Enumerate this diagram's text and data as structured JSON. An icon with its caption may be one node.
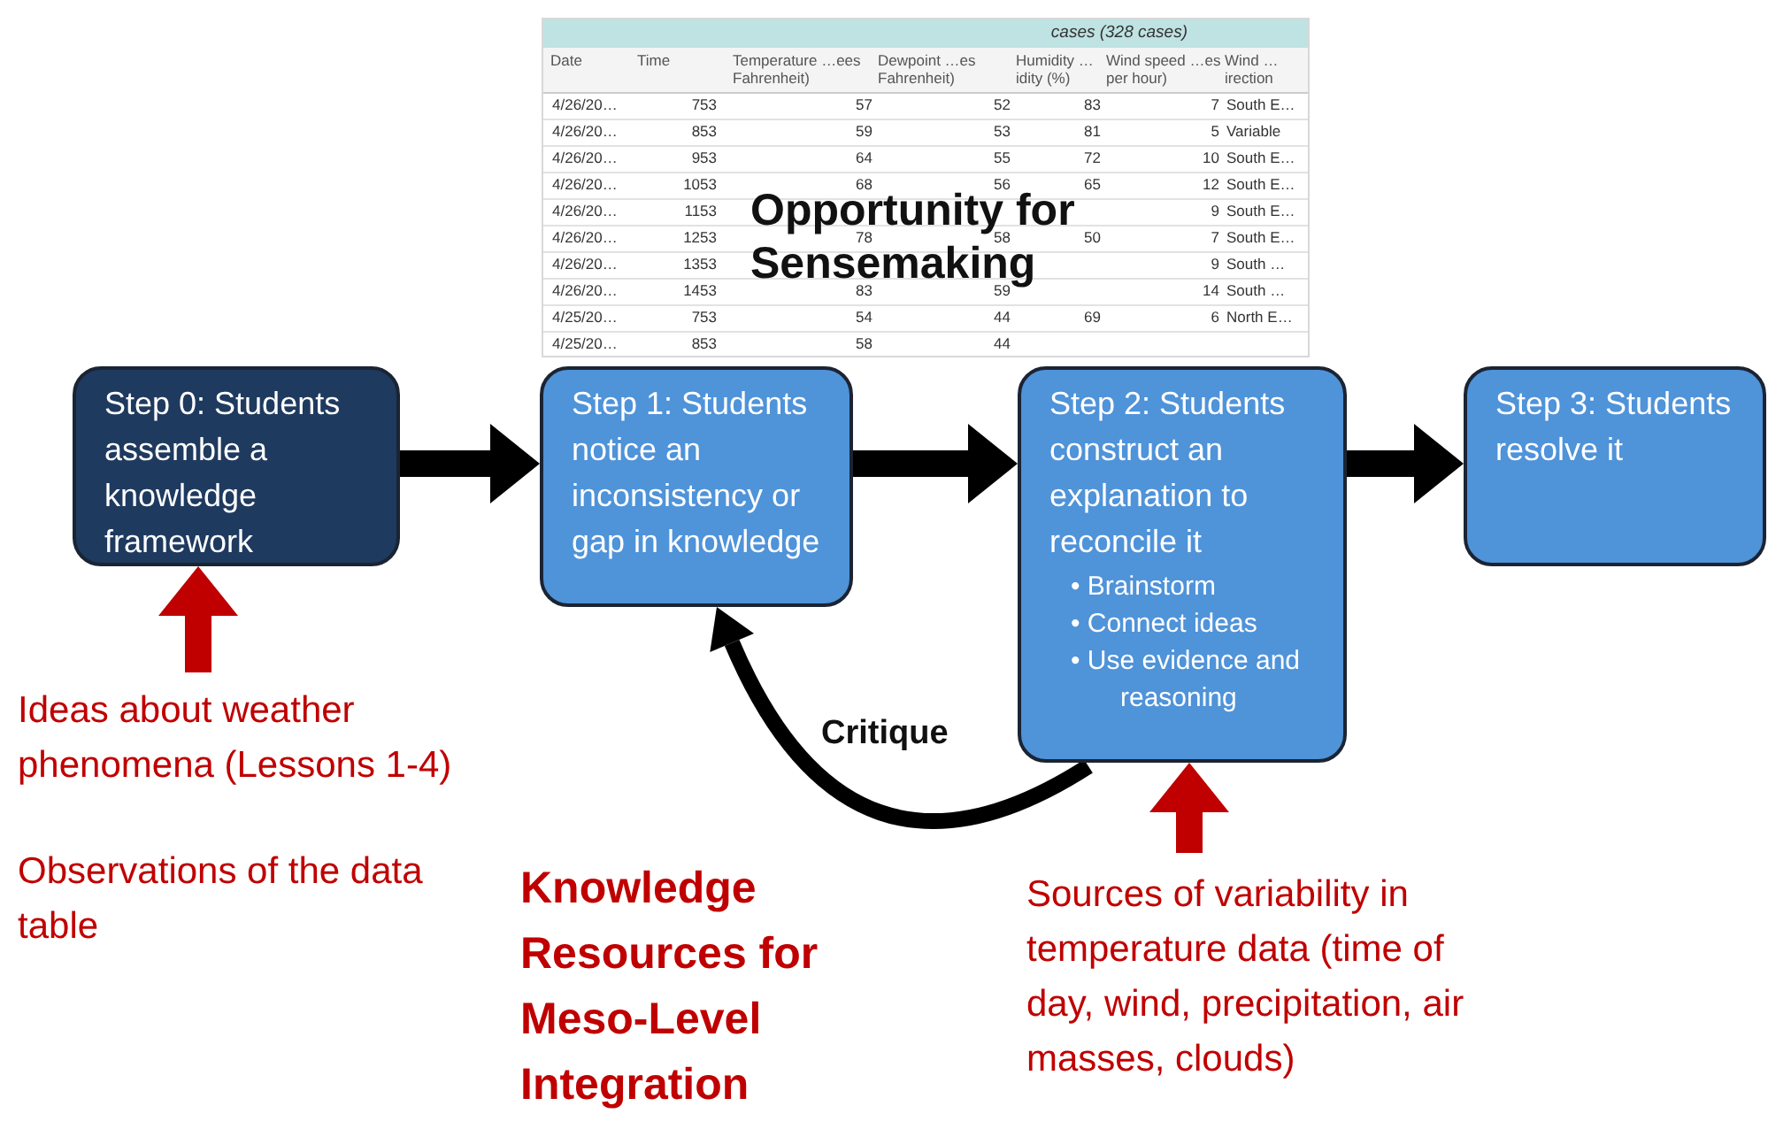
{
  "diagram": {
    "nodes": [
      {
        "text": [
          "Step 0: Students assemble a knowledge framework"
        ]
      },
      {
        "text": [
          "Step 1: Students notice an inconsistency or gap in knowledge"
        ]
      },
      {
        "text": [
          "Step 2: Students construct an explanation to reconcile it",
          "• Brainstorm",
          "• Connect ideas",
          "• Use evidence and reasoning"
        ]
      },
      {
        "text": [
          "Step 3: Students resolve it"
        ]
      },
      {
        "text": [
          "Ideas about weather phenomena (Lessons 1-4)",
          "Observations of the data table"
        ]
      },
      {
        "text": [
          "Sources of variability in temperature data (time of day, wind, precipitation, air masses, clouds)"
        ]
      }
    ],
    "edges": [
      {
        "from": 0,
        "to": 1,
        "arrow": "to"
      },
      {
        "from": 1,
        "to": 2,
        "arrow": "to"
      },
      {
        "from": 2,
        "to": 3,
        "arrow": "to"
      },
      {
        "from": 4,
        "to": 0,
        "arrow": "to",
        "color": "#c00000"
      },
      {
        "from": 5,
        "to": 2,
        "arrow": "to",
        "color": "#c00000"
      },
      {
        "from": 2,
        "to": 1,
        "arrow": "to",
        "label": "Critique"
      }
    ],
    "labels": [
      "cases (328 cases)",
      "Date",
      "Time",
      "Temperature …ees Fahrenheit)",
      "Dewpoint …es Fahrenheit)",
      "Humidity …idity (%)",
      "Wind speed …es per hour)",
      "Wind …irection",
      "4/26/20…",
      "753",
      "57",
      "52",
      "83",
      "7",
      "South E…",
      "4/26/20…",
      "853",
      "59",
      "53",
      "81",
      "5",
      "Variable",
      "4/26/20…",
      "953",
      "64",
      "55",
      "72",
      "10",
      "South E…",
      "4/26/20…",
      "1053",
      "68",
      "56",
      "65",
      "12",
      "South E…",
      "4/26/20…",
      "1153",
      "9",
      "South E…",
      "4/26/20…",
      "1253",
      "78",
      "58",
      "50",
      "7",
      "South E…",
      "4/26/20…",
      "1353",
      "9",
      "South …",
      "4/26/20…",
      "1453",
      "83",
      "59",
      "14",
      "South …",
      "4/25/20…",
      "753",
      "54",
      "44",
      "69",
      "6",
      "North E…",
      "4/25/20…",
      "853",
      "58",
      "44",
      "Opportunity for Sensemaking",
      "Knowledge Resources for Meso-Level Integration"
    ]
  }
}
